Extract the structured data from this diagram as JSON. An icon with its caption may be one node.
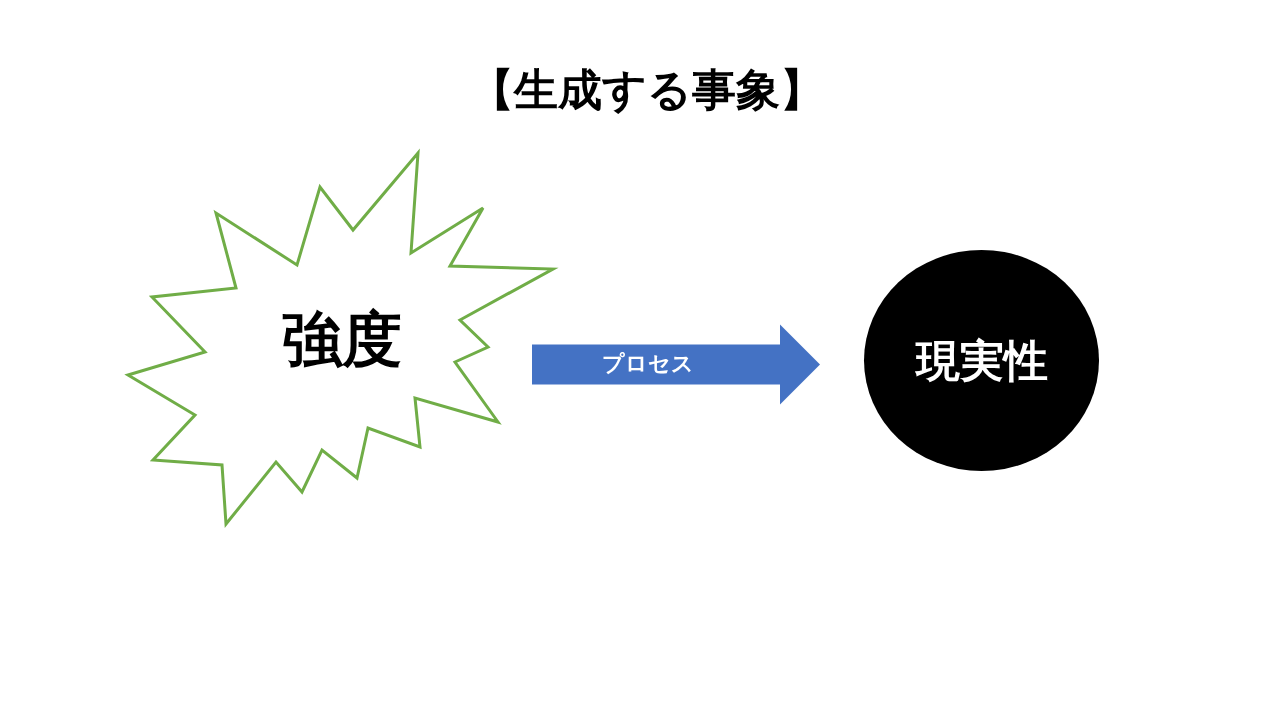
{
  "diagram": {
    "title": "【生成する事象】",
    "nodes": [
      {
        "text": [
          "強度"
        ]
      },
      {
        "text": [
          "現実性"
        ]
      }
    ],
    "edges": [
      {
        "from": 0,
        "to": 1,
        "arrow": "to",
        "label": "プロセス"
      }
    ]
  }
}
